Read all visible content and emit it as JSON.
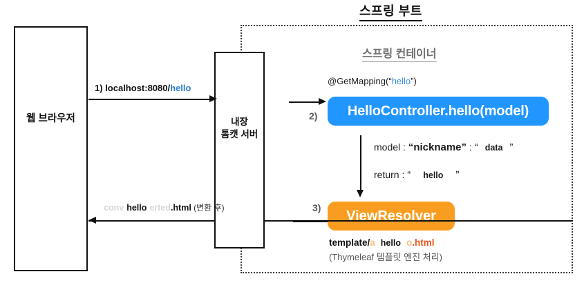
{
  "diagram": {
    "title": "스프링 부트",
    "container_title": "스프링 컨테이너"
  },
  "nodes": {
    "browser": {
      "label": "웹 브라우저"
    },
    "tomcat": {
      "label_line1": "내장",
      "label_line2": "톰캣 서버"
    },
    "controller": {
      "label": "HelloController.hello(model)",
      "color": "#2196ff"
    },
    "resolver": {
      "label": "ViewResolver",
      "color": "#f99d21"
    }
  },
  "annotations": {
    "get_mapping_prefix": "@GetMapping(“",
    "get_mapping_value": "hello",
    "get_mapping_suffix": "”)",
    "model_prefix": "model : ",
    "model_key": "“nickname”",
    "model_sep": " : ",
    "model_open_quote": "“",
    "model_value": "data",
    "model_close_quote": "”",
    "return_prefix": "return : ",
    "return_open_quote": "“",
    "return_value": "hello",
    "return_close_quote": "”",
    "template_prefix": "template/",
    "template_fade": "a",
    "template_value": "hello",
    "template_fade2": "o",
    "template_ext": ".html",
    "thymeleaf_note": "(Thymeleaf 템플릿 엔진 처리)"
  },
  "arrows": {
    "step1_num": "1)",
    "step1_label": "localhost:8080/",
    "step1_link": "hello",
    "step2_num": "2)",
    "step3_num": "3)",
    "response_fade_prefix": "conv",
    "response_value": "hello",
    "response_fade_mid": "erted",
    "response_ext": ".html",
    "response_suffix": " (변환 후)"
  },
  "colors": {
    "blue": "#2196ff",
    "orange": "#f99d21",
    "link_blue": "#2f7fd0",
    "html_red": "#e8561f",
    "stroke": "#111111",
    "gray_text": "#707070"
  }
}
